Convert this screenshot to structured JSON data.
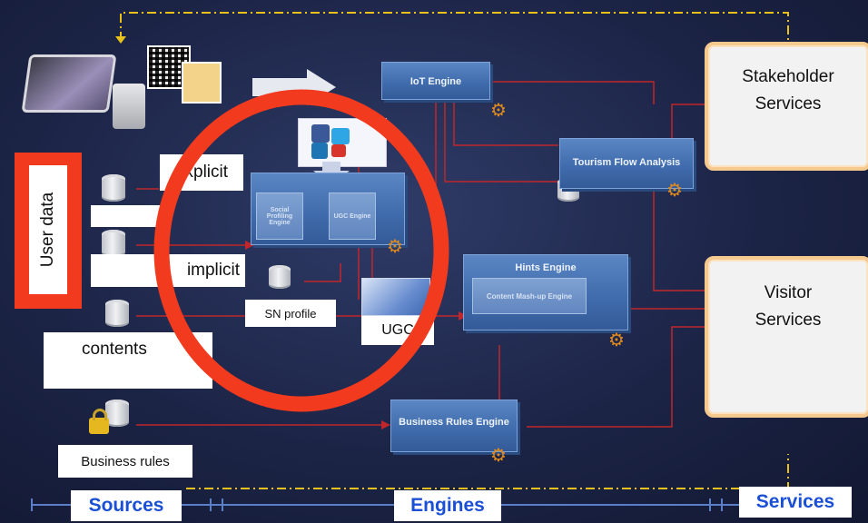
{
  "labels": {
    "user_data": "User data",
    "explicit": "explicit",
    "implicit": "implicit",
    "contents": "contents",
    "sn_profile": "SN profile",
    "ugc": "UGC",
    "business_rules": "Business rules"
  },
  "engines": {
    "iot": "IoT Engine",
    "tourism_flow": "Tourism Flow Analysis",
    "hints": "Hints Engine",
    "content_mashup": "Content Mash-up Engine",
    "business_rules": "Business Rules Engine",
    "social_profiling": "Social Profiling Engine",
    "ugc_engine": "UGC Engine"
  },
  "services": {
    "stakeholder": "Stakeholder Services",
    "visitor": "Visitor Services"
  },
  "sections": {
    "sources": "Sources",
    "engines": "Engines",
    "services": "Services"
  },
  "colors": {
    "highlight_red": "#f23a1f",
    "connector_red": "#c0262b",
    "dashed_yellow": "#e8c21a",
    "engine_blue": "#4a75b5",
    "section_text_blue": "#1a4fd6",
    "service_border": "#f6c98f"
  },
  "icons": [
    "tablet-icon",
    "qr-code-icon",
    "sensor-camera-icon",
    "arrow-right-icon",
    "social-media-icon",
    "database-icon",
    "lock-icon",
    "gear-icon",
    "ugc-media-icon"
  ]
}
